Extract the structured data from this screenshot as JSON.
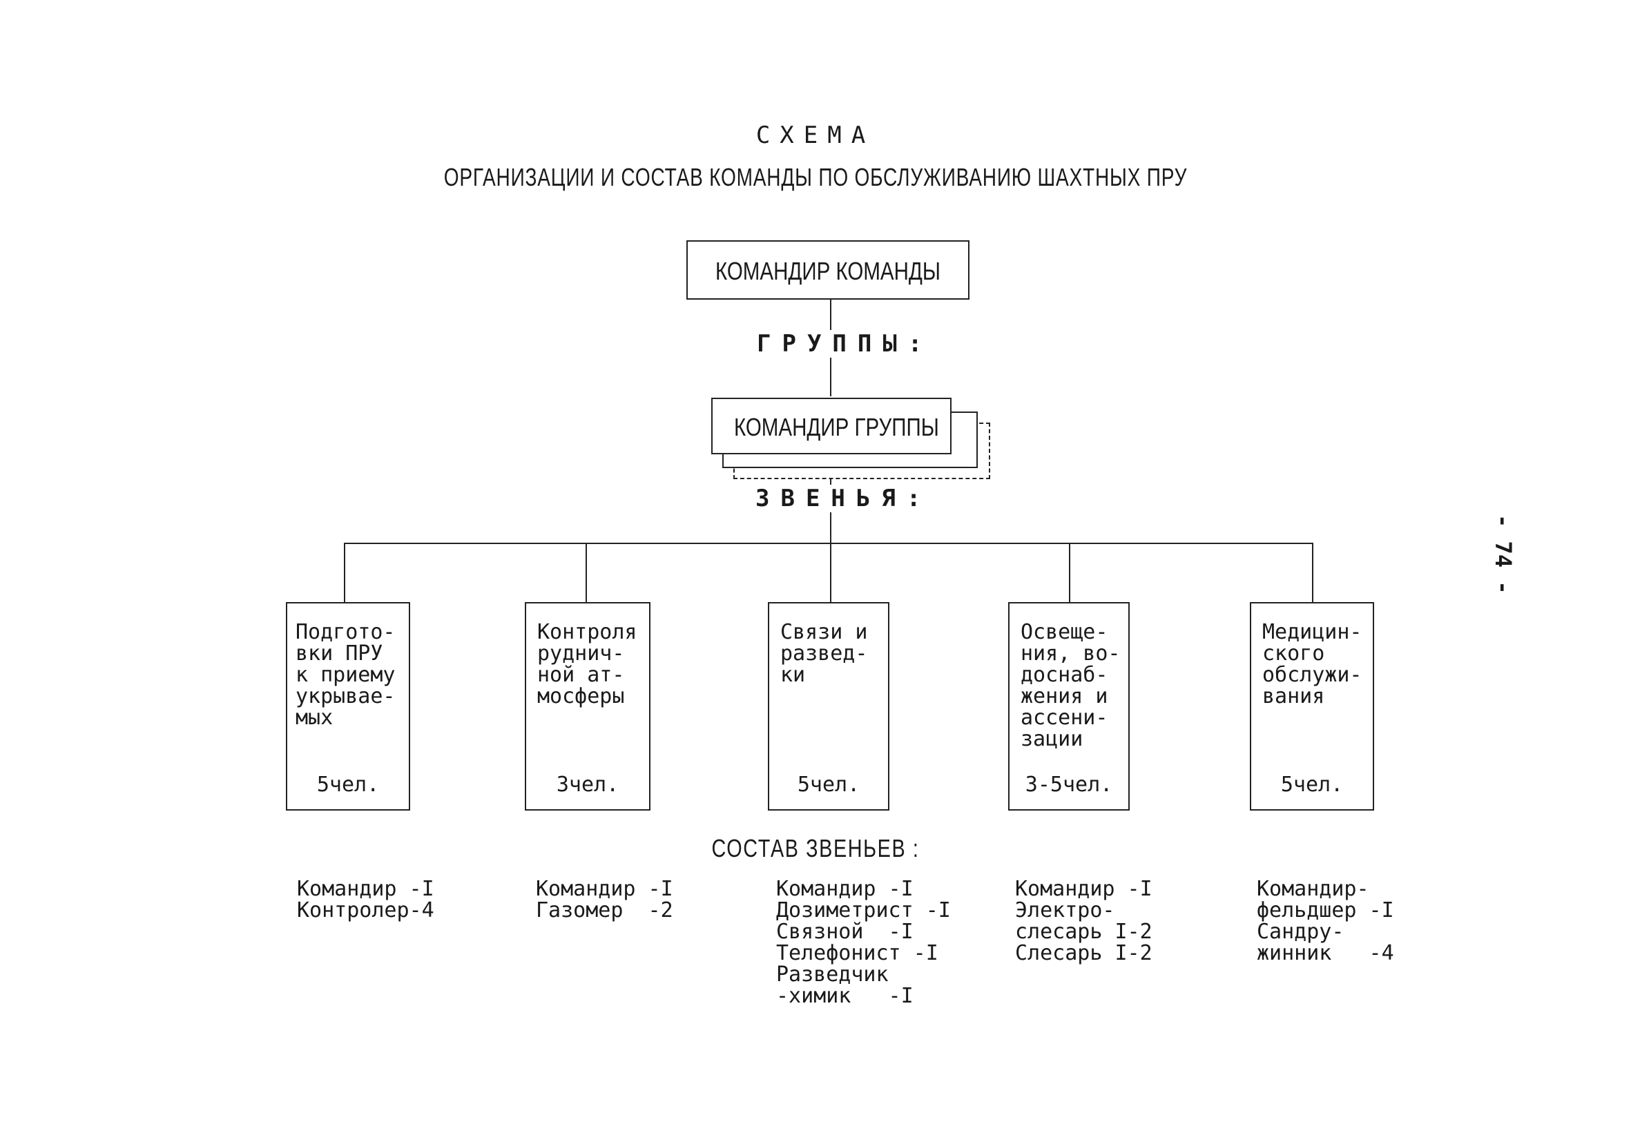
{
  "title": "СХЕМА",
  "subtitle": "ОРГАНИЗАЦИИ И СОСТАВ КОМАНДЫ ПО ОБСЛУЖИВАНИЮ ШАХТНЫХ ПРУ",
  "commander_box": "КОМАНДИР КОМАНДЫ",
  "groups_label": "ГРУППЫ:",
  "group_commander_box": "КОМАНДИР ГРУППЫ",
  "units_label": "ЗВЕНЬЯ:",
  "units": [
    {
      "name": "Подгото-\nвки ПРУ\nк приему\nукрывае-\nмых",
      "count": "5чел."
    },
    {
      "name": "Контроля\nруднич-\nной ат-\nмосферы",
      "count": "3чел."
    },
    {
      "name": "Связи и\nразвед-\nки",
      "count": "5чел."
    },
    {
      "name": "Освеще-\nния, во-\nдоснаб-\nжения и\nассени-\nзации",
      "count": "3-5чел."
    },
    {
      "name": "Медицин-\nского\nобслужи-\nвания",
      "count": "5чел."
    }
  ],
  "composition_title": "СОСТАВ ЗВЕНЬЕВ :",
  "compositions": [
    "Командир -I\nКонтролер-4",
    "Командир -I\nГазомер  -2",
    "Командир -I\nДозиметрист -I\nСвязной  -I\nТелефонист -I\nРазведчик\n-химик   -I",
    "Командир -I\nЭлектро-\nслесарь I-2\nСлесарь I-2",
    "Командир-\nфельдшер -I\nСандру-\nжинник   -4"
  ],
  "page_number": "- 74 -"
}
